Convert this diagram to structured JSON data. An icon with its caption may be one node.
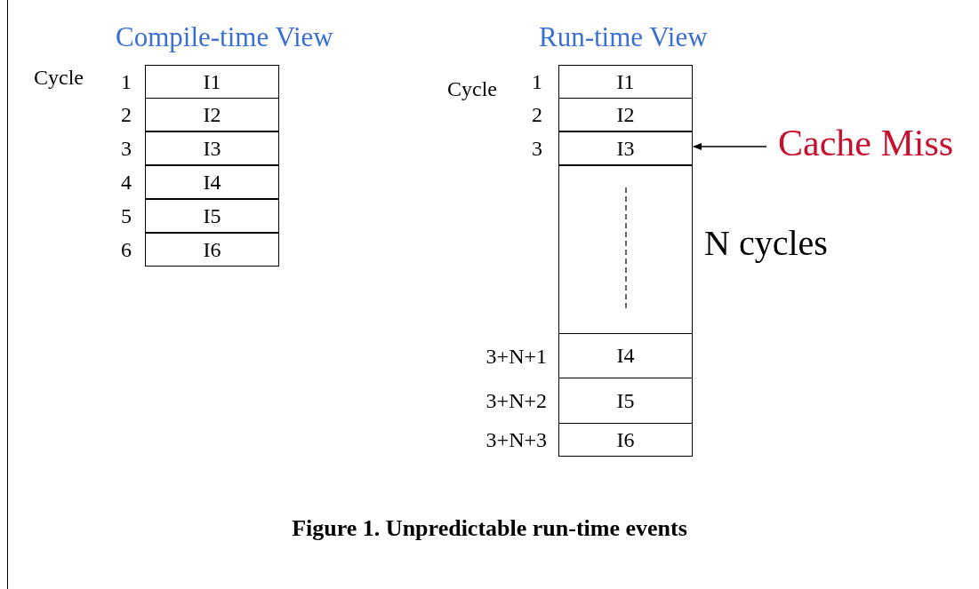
{
  "diagram": {
    "caption": "Figure 1. Unpredictable run-time events",
    "nodes": [
      {
        "text": [
          "I1"
        ],
        "beside": [
          "1"
        ]
      },
      {
        "text": [
          "I2"
        ],
        "beside": [
          "2"
        ]
      },
      {
        "text": [
          "I3"
        ],
        "beside": [
          "3"
        ]
      },
      {
        "text": [
          "I4"
        ],
        "beside": [
          "4"
        ]
      },
      {
        "text": [
          "I5"
        ],
        "beside": [
          "5"
        ]
      },
      {
        "text": [
          "I6"
        ],
        "beside": [
          "6"
        ]
      },
      {
        "text": [
          "I1"
        ],
        "beside": [
          "1"
        ]
      },
      {
        "text": [
          "I2"
        ],
        "beside": [
          "2"
        ]
      },
      {
        "text": [
          "I3"
        ],
        "beside": [
          "3"
        ]
      },
      {
        "text": [],
        "shape": "box",
        "beside": [
          "N cycles"
        ]
      },
      {
        "text": [
          "I4"
        ],
        "beside": [
          "3+N+1"
        ]
      },
      {
        "text": [
          "I5"
        ],
        "beside": [
          "3+N+2"
        ]
      },
      {
        "text": [
          "I6"
        ],
        "beside": [
          "3+N+3"
        ]
      },
      {
        "text": [
          "Cache Miss"
        ]
      }
    ],
    "edges": [
      {
        "from": 13,
        "to": 8,
        "arrow": "to"
      }
    ],
    "labels": [
      "Compile-time View",
      "Run-time View",
      "Cycle",
      "Cycle"
    ]
  }
}
